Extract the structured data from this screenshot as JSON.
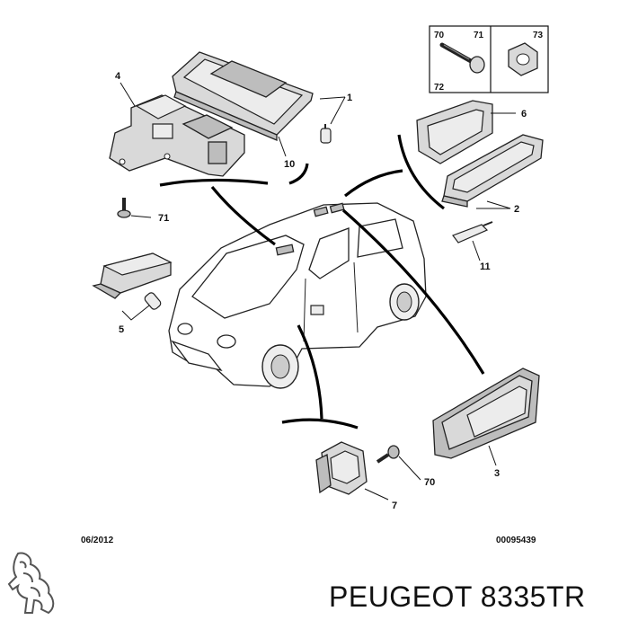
{
  "diagram": {
    "callouts": {
      "c1": "1",
      "c2": "2",
      "c3": "3",
      "c4": "4",
      "c5": "5",
      "c6": "6",
      "c7": "7",
      "c10": "10",
      "c11": "11",
      "c70": "70",
      "c71": "71",
      "inset_70": "70",
      "inset_71": "71",
      "inset_72": "72",
      "inset_73": "73"
    },
    "date_code": "06/2012",
    "ref_code": "00095439"
  },
  "brand": {
    "logo_icon": "peugeot-lion-icon",
    "text": "PEUGEOT 8335TR"
  }
}
